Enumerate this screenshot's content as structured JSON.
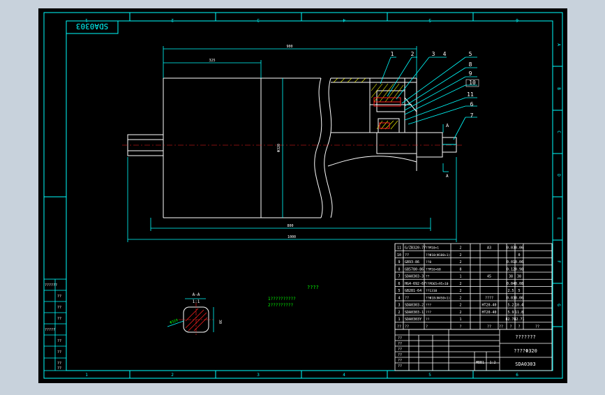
{
  "colors": {
    "backdrop": "#c8d2dc",
    "canvas": "#000000",
    "cyan": "#00ffff",
    "white": "#ffffff",
    "yellow": "#ffff00",
    "green": "#00ff00",
    "red": "#ff2020",
    "orange": "#ff9900"
  },
  "drawing_number": "SDA0303",
  "section_title": "A-A",
  "section_ratio": "1:1",
  "section_mark": "A",
  "tech_notes": {
    "heading": "????",
    "line1": "1??????????",
    "line2": "2?????????"
  },
  "title_block": {
    "company": "???????",
    "title": "????Φ320",
    "drawing_number": "SDA0303",
    "scale": "1:2",
    "sheet": "1:2",
    "material": "MBB1",
    "row_labels": [
      "??",
      "??",
      "??",
      "??",
      "??",
      "??"
    ]
  },
  "left_column_labels": [
    "??????",
    "??",
    "??",
    "??",
    "?????",
    "??",
    "??",
    "??",
    "??"
  ],
  "bom": [
    {
      "no": "11",
      "code": "G/ZB320-77",
      "name": "??M10×1",
      "qty": "2",
      "mat": "A3",
      "w1": "0.03",
      "w2": "0.06"
    },
    {
      "no": "10",
      "code": "??",
      "name": "??Φ10(Φ180×1)",
      "qty": "2",
      "mat": "",
      "w1": "",
      "w2": "0"
    },
    {
      "no": "9",
      "code": "GB93-86",
      "name": "??8",
      "qty": "2",
      "mat": "",
      "w1": "0.01",
      "w2": "0.06"
    },
    {
      "no": "8",
      "code": "GB5780-86",
      "name": "??M16×60",
      "qty": "8",
      "mat": "",
      "w1": "0.12",
      "w2": "0.98"
    },
    {
      "no": "7",
      "code": "SDA0303-3",
      "name": "??",
      "qty": "1",
      "mat": "45",
      "w1": "38",
      "w2": "38"
    },
    {
      "no": "6",
      "code": "HG4-692-67",
      "name": "??PD65×95×10",
      "qty": "2",
      "mat": "",
      "w1": "0.04",
      "w2": "0.08"
    },
    {
      "no": "5",
      "code": "GB281-64",
      "name": "??1310",
      "qty": "2",
      "mat": "",
      "w1": "2.5",
      "w2": "5"
    },
    {
      "no": "4",
      "code": "??",
      "name": "??Φ18(Φ4S0×1)",
      "qty": "2",
      "mat": "????",
      "w1": "0.03",
      "w2": "0.06"
    },
    {
      "no": "3",
      "code": "SDA0303-2",
      "name": "???",
      "qty": "2",
      "mat": "HT20-40",
      "w1": "5.2",
      "w2": "10.4"
    },
    {
      "no": "2",
      "code": "SDA0303-1",
      "name": "???",
      "qty": "2",
      "mat": "HT20-40",
      "w1": "5.9",
      "w2": "11.8"
    },
    {
      "no": "1",
      "code": "SDA0303Y",
      "name": "??",
      "qty": "1",
      "mat": "",
      "w1": "82.71",
      "w2": "82.71"
    }
  ],
  "bom_header": [
    "??",
    "??",
    "?",
    "?",
    "??",
    "??",
    "?",
    "?",
    "??"
  ],
  "zone_cols": [
    "1",
    "2",
    "3",
    "4",
    "5",
    "6"
  ],
  "zone_rows": [
    "A",
    "B",
    "C",
    "D",
    "E",
    "F",
    "G"
  ],
  "balloons": [
    "1",
    "2",
    "3",
    "4",
    "5",
    "8",
    "9",
    "10",
    "11",
    "6",
    "7"
  ],
  "dims": {
    "top_overall": "900",
    "top_left": "325",
    "bottom_inner": "800",
    "bottom_overall": "1000",
    "diameter": "Φ320",
    "key_width": "30"
  }
}
